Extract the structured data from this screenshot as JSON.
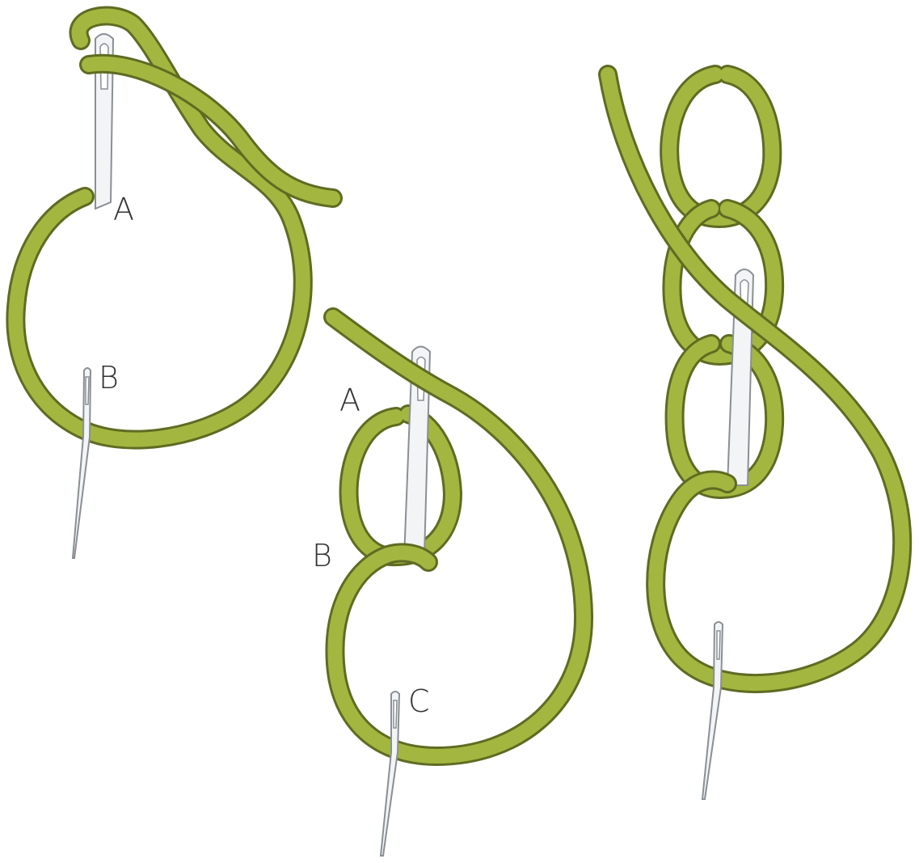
{
  "colors": {
    "thread": "#a3b640",
    "thread_outline": "#5f6b22",
    "needle": "#f2f4f5",
    "needle_outline": "#8a8f95",
    "label": "#333333"
  },
  "figures": [
    {
      "name": "step-1",
      "labels": {
        "a": "A",
        "b": "B"
      }
    },
    {
      "name": "step-2",
      "labels": {
        "a": "A",
        "b": "B",
        "c": "C"
      }
    },
    {
      "name": "step-3",
      "labels": {}
    }
  ]
}
